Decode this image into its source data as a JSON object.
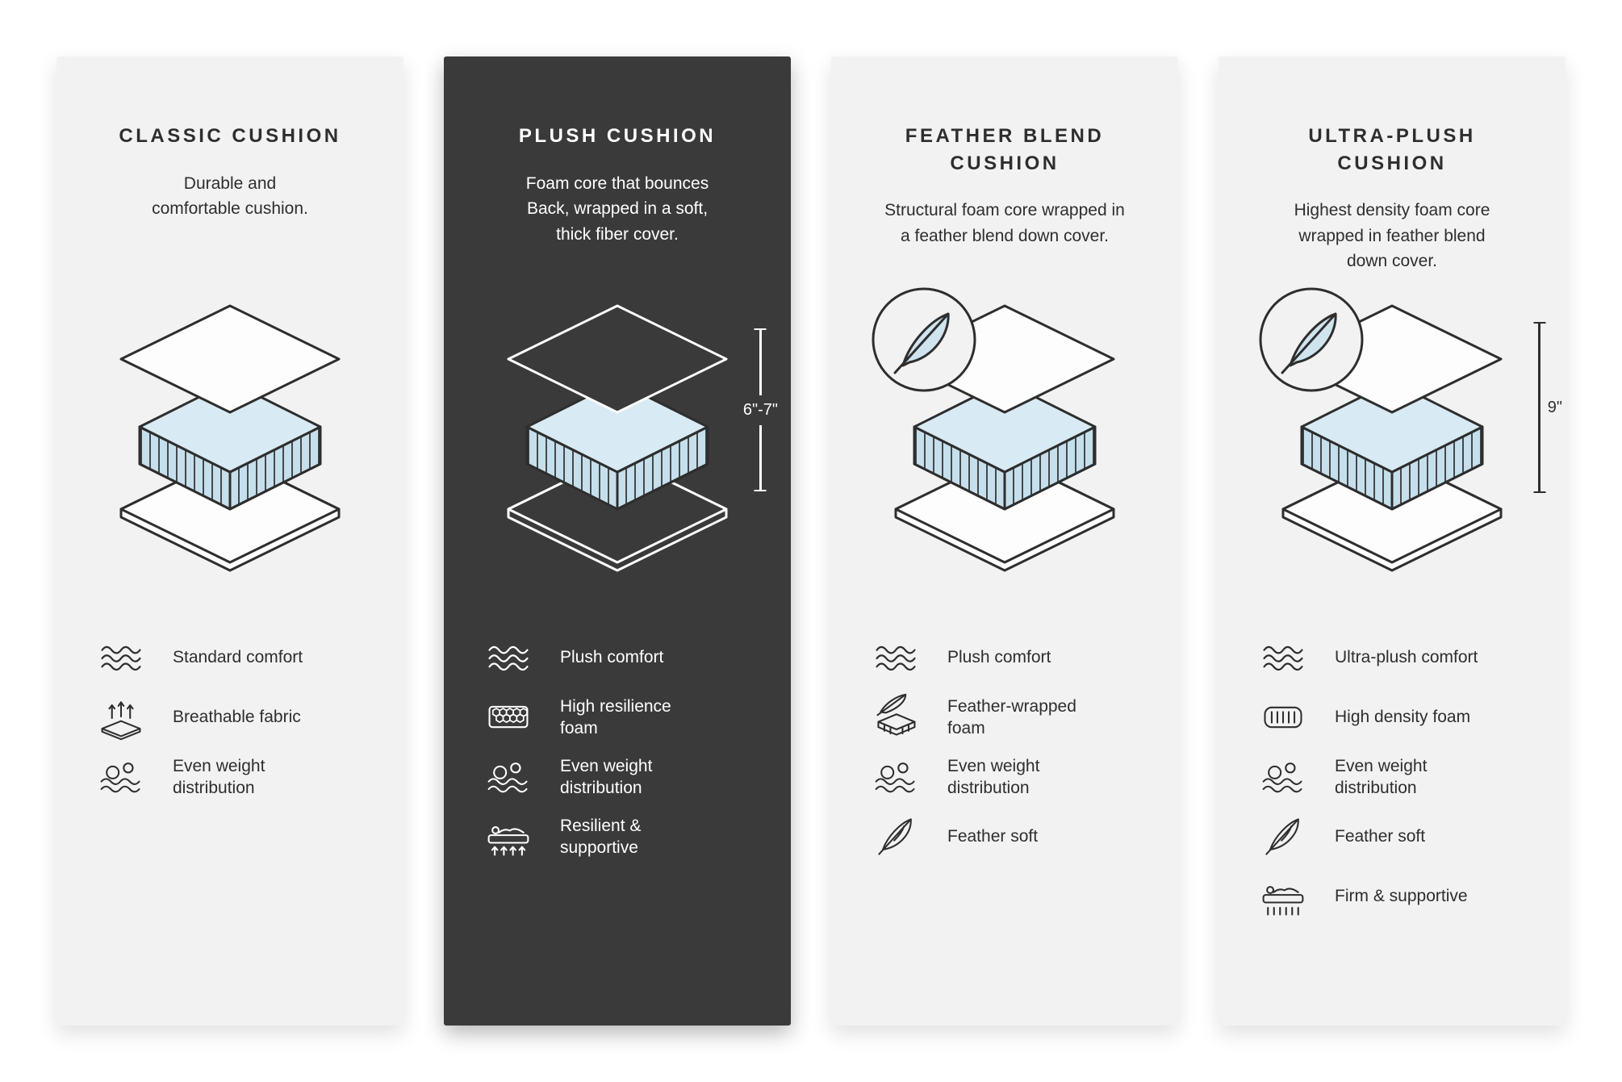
{
  "colors": {
    "background": "#ffffff",
    "card_light": "#f2f2f2",
    "card_dark": "#3a3a3a",
    "foam_blue": "#cfe4ef",
    "outline_dark": "#2e2e2e",
    "outline_light": "#ffffff"
  },
  "cards": [
    {
      "id": "classic",
      "title": "CLASSIC CUSHION",
      "description": "Durable and\ncomfortable cushion.",
      "measurement": "",
      "features": [
        {
          "icon": "waves-icon",
          "label": "Standard comfort"
        },
        {
          "icon": "breathable-icon",
          "label": "Breathable fabric"
        },
        {
          "icon": "weight-icon",
          "label": "Even weight\ndistribution"
        }
      ]
    },
    {
      "id": "plush",
      "title": "PLUSH CUSHION",
      "description": "Foam core that bounces\nBack, wrapped in a soft,\nthick fiber cover.",
      "measurement": "6\"-7\"",
      "features": [
        {
          "icon": "waves-icon",
          "label": "Plush comfort"
        },
        {
          "icon": "honeycomb-foam-icon",
          "label": "High resilience\nfoam"
        },
        {
          "icon": "weight-icon",
          "label": "Even weight\ndistribution"
        },
        {
          "icon": "resilient-icon",
          "label": "Resilient &\nsupportive"
        }
      ]
    },
    {
      "id": "feather-blend",
      "title": "FEATHER BLEND\nCUSHION",
      "description": "Structural foam core wrapped in\na feather blend down cover.",
      "measurement": "",
      "features": [
        {
          "icon": "waves-icon",
          "label": "Plush comfort"
        },
        {
          "icon": "feather-foam-icon",
          "label": "Feather-wrapped\nfoam"
        },
        {
          "icon": "weight-icon",
          "label": "Even weight\ndistribution"
        },
        {
          "icon": "feather-icon",
          "label": "Feather soft"
        }
      ]
    },
    {
      "id": "ultra-plush",
      "title": "ULTRA-PLUSH\nCUSHION",
      "description": "Highest density foam core\nwrapped in feather blend\ndown cover.",
      "measurement": "9\"",
      "features": [
        {
          "icon": "waves-icon",
          "label": "Ultra-plush comfort"
        },
        {
          "icon": "density-foam-icon",
          "label": "High density foam"
        },
        {
          "icon": "weight-icon",
          "label": "Even weight\ndistribution"
        },
        {
          "icon": "feather-icon",
          "label": "Feather soft"
        },
        {
          "icon": "firm-icon",
          "label": "Firm & supportive"
        }
      ]
    }
  ]
}
